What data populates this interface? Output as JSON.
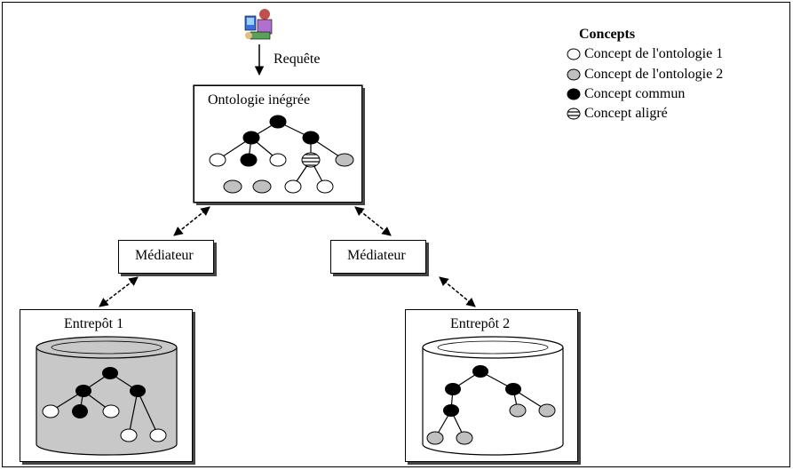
{
  "query_label": "Requête",
  "integrated_ontology": {
    "title": "Ontologie inégrée"
  },
  "mediators": [
    {
      "label": "Médiateur"
    },
    {
      "label": "Médiateur"
    }
  ],
  "warehouses": [
    {
      "title": "Entrepôt 1"
    },
    {
      "title": "Entrepôt 2"
    }
  ],
  "legend": {
    "title": "Concepts",
    "items": [
      {
        "label": "Concept de l'ontologie 1",
        "style": "white"
      },
      {
        "label": "Concept de l'ontologie 2",
        "style": "gray"
      },
      {
        "label": "Concept commun",
        "style": "black"
      },
      {
        "label": "Concept aligré",
        "style": "striped"
      }
    ]
  },
  "colors": {
    "white": "#ffffff",
    "gray": "#c0c0c0",
    "black": "#000000",
    "cylinder_fill": "#c8c8c8"
  }
}
